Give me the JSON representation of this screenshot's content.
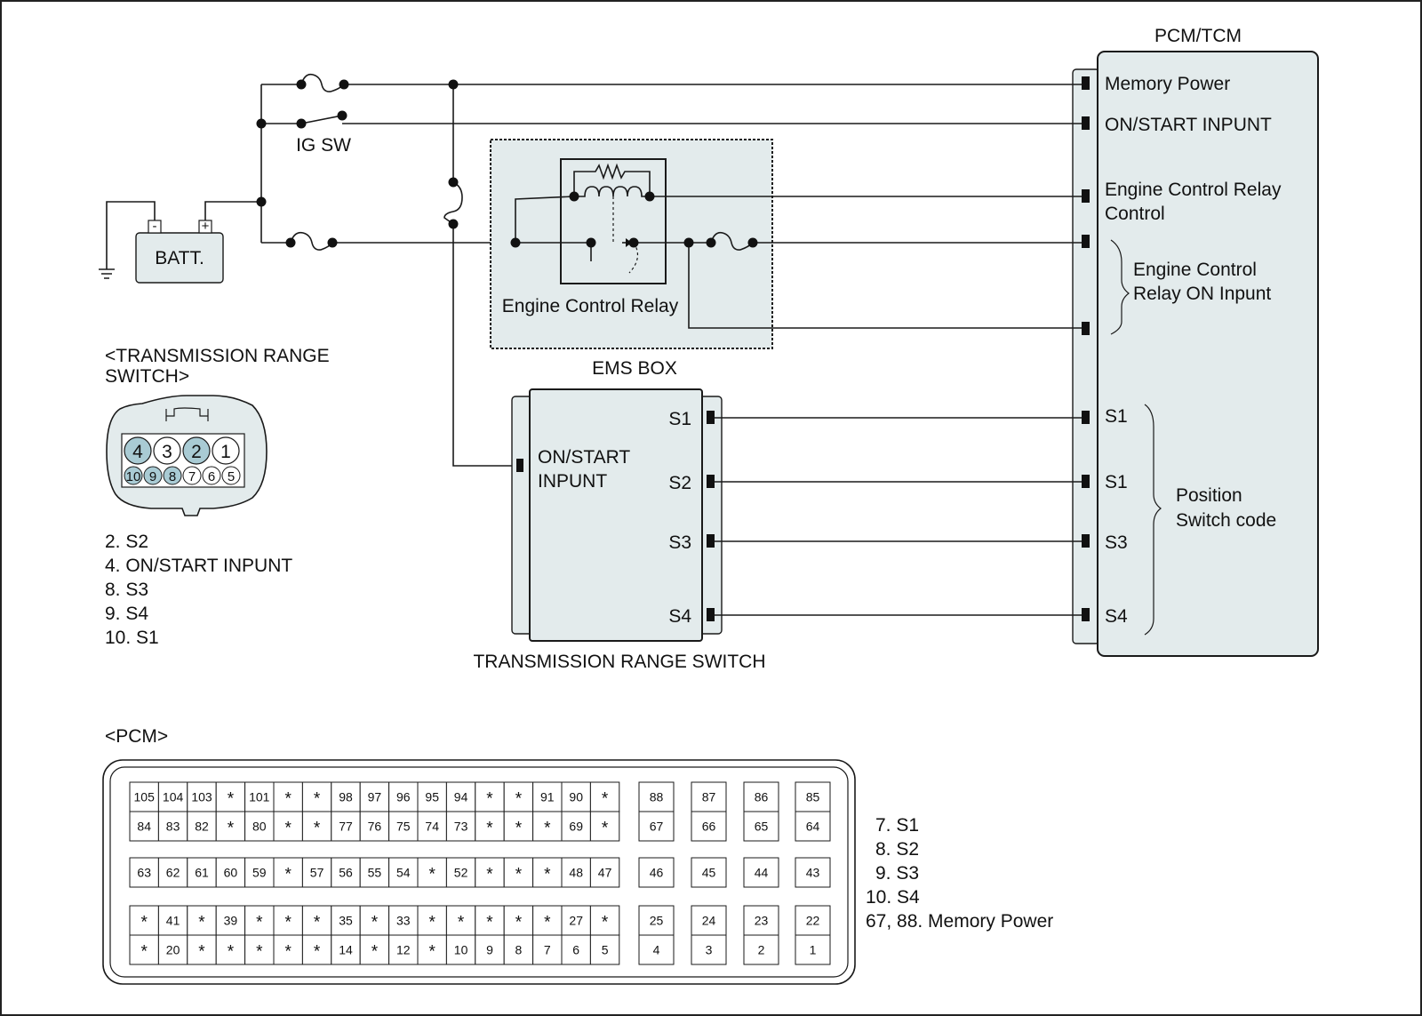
{
  "colors": {
    "panel_fill": "#e3ebec",
    "pin_highlight": "#a9cbd4",
    "line": "#1a1a1a"
  },
  "pcm_tcm": {
    "title": "PCM/TCM",
    "memory_power": "Memory Power",
    "on_start": "ON/START INPUNT",
    "ecr_control_1": "Engine Control Relay",
    "ecr_control_2": "Control",
    "ecr_on_1": "Engine Control",
    "ecr_on_2": "Relay ON Inpunt",
    "s1a": "S1",
    "s1b": "S1",
    "s3": "S3",
    "s4": "S4",
    "position_1": "Position",
    "position_2": "Switch code"
  },
  "battery": {
    "label": "BATT.",
    "neg": "-",
    "pos": "+"
  },
  "ig_sw": "IG SW",
  "ems_box": {
    "title": "EMS BOX",
    "relay_label": "Engine Control Relay"
  },
  "trs_box": {
    "title": "TRANSMISSION RANGE SWITCH",
    "input_1": "ON/START",
    "input_2": "INPUNT",
    "s1": "S1",
    "s2": "S2",
    "s3": "S3",
    "s4": "S4"
  },
  "trs_connector": {
    "title_1": "<TRANSMISSION RANGE",
    "title_2": "SWITCH>",
    "top_pins": [
      "4",
      "3",
      "2",
      "1"
    ],
    "bottom_pins": [
      "10",
      "9",
      "8",
      "7",
      "6",
      "5"
    ],
    "legend": [
      "2. S2",
      "4. ON/START INPUNT",
      "8. S3",
      "9. S4",
      "10. S1"
    ]
  },
  "pcm_connector": {
    "title": "<PCM>",
    "row1": [
      "105",
      "104",
      "103",
      "*",
      "101",
      "*",
      "*",
      "98",
      "97",
      "96",
      "95",
      "94",
      "*",
      "*",
      "91",
      "90",
      "*"
    ],
    "row2": [
      "84",
      "83",
      "82",
      "*",
      "80",
      "*",
      "*",
      "77",
      "76",
      "75",
      "74",
      "73",
      "*",
      "*",
      "*",
      "69",
      "*"
    ],
    "row3": [
      "63",
      "62",
      "61",
      "60",
      "59",
      "*",
      "57",
      "56",
      "55",
      "54",
      "*",
      "52",
      "*",
      "*",
      "*",
      "48",
      "47"
    ],
    "row4": [
      "*",
      "41",
      "*",
      "39",
      "*",
      "*",
      "*",
      "35",
      "*",
      "33",
      "*",
      "*",
      "*",
      "*",
      "*",
      "27",
      "*"
    ],
    "row5": [
      "*",
      "20",
      "*",
      "*",
      "*",
      "*",
      "*",
      "14",
      "*",
      "12",
      "*",
      "10",
      "9",
      "8",
      "7",
      "6",
      "5"
    ],
    "pairs_top": [
      [
        "88",
        "67"
      ],
      [
        "87",
        "66"
      ],
      [
        "86",
        "65"
      ],
      [
        "85",
        "64"
      ]
    ],
    "pairs_mid": [
      "46",
      "45",
      "44",
      "43"
    ],
    "pairs_bot": [
      [
        "25",
        "4"
      ],
      [
        "24",
        "3"
      ],
      [
        "23",
        "2"
      ],
      [
        "22",
        "1"
      ]
    ],
    "legend": [
      "7. S1",
      "8. S2",
      "9. S3",
      "10. S4",
      "67, 88. Memory Power"
    ]
  }
}
